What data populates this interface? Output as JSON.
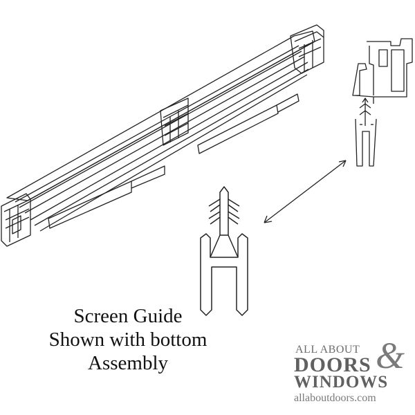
{
  "caption": {
    "line1": "Screen Guide",
    "line2": "Shown with bottom",
    "line3": "Assembly"
  },
  "logo": {
    "top": "ALL ABOUT",
    "amp": "&",
    "doors": "DOORS",
    "windows": "WINDOWS",
    "url": "allaboutdoors.com"
  },
  "icons": [
    "bottom-rail-assembly",
    "screen-guide-profile-installed",
    "screen-guide-profile-enlarged",
    "double-headed-arrow"
  ],
  "colors": {
    "line": "#222222",
    "caption": "#111111",
    "logo": "#606060"
  }
}
